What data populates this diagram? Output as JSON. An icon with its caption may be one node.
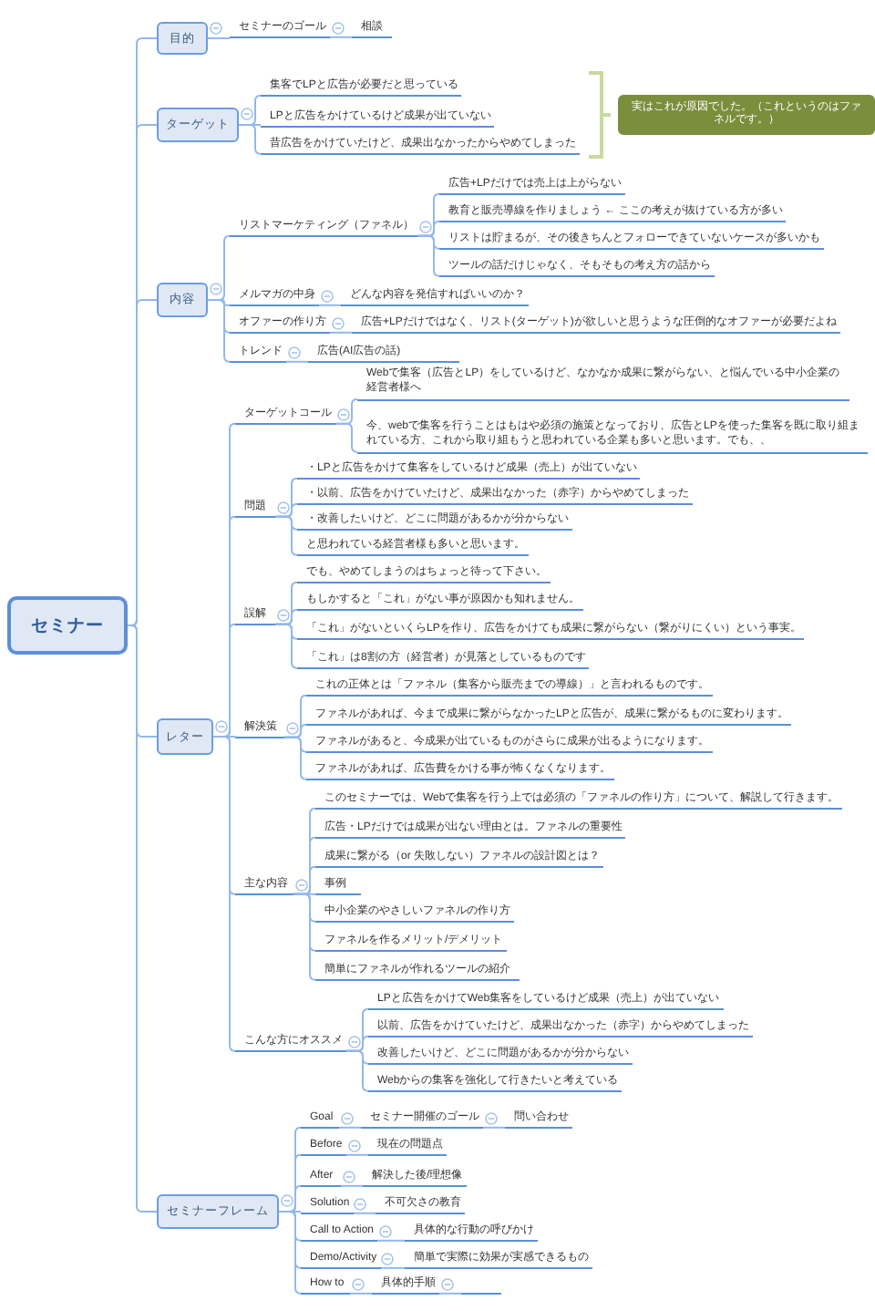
{
  "diagram": {
    "nodes": [
      {
        "text": [
          "セミナー"
        ]
      },
      {
        "text": [
          "目的"
        ]
      },
      {
        "text": [
          "セミナーのゴール"
        ]
      },
      {
        "text": [
          "相談"
        ]
      },
      {
        "text": [
          "ターゲット"
        ]
      },
      {
        "text": [
          "集客でLPと広告が必要だと思っている"
        ]
      },
      {
        "text": [
          "LPと広告をかけているけど成果が出ていない"
        ]
      },
      {
        "text": [
          "昔広告をかけていたけど、成果出なかったからやめてしまった"
        ]
      },
      {
        "text": [
          "実はこれが原因でした。（これというのはファネルです。）"
        ]
      },
      {
        "text": [
          "内容"
        ]
      },
      {
        "text": [
          "リストマーケティング（ファネル）"
        ]
      },
      {
        "text": [
          "広告+LPだけでは売上は上がらない"
        ]
      },
      {
        "text": [
          "教育と販売導線を作りましょう ← ここの考えが抜けている方が多い"
        ]
      },
      {
        "text": [
          "リストは貯まるが、その後きちんとフォローできていないケースが多いかも"
        ]
      },
      {
        "text": [
          "ツールの話だけじゃなく、そもそもの考え方の話から"
        ]
      },
      {
        "text": [
          "メルマガの中身"
        ]
      },
      {
        "text": [
          "どんな内容を発信すればいいのか？"
        ]
      },
      {
        "text": [
          "オファーの作り方"
        ]
      },
      {
        "text": [
          "広告+LPだけではなく、リスト(ターゲット)が欲しいと思うような圧倒的なオファーが必要だよね"
        ]
      },
      {
        "text": [
          "トレンド"
        ]
      },
      {
        "text": [
          "広告(AI広告の話)"
        ]
      },
      {
        "text": [
          "レター"
        ]
      },
      {
        "text": [
          "ターゲットコール"
        ]
      },
      {
        "text": [
          "Webで集客（広告とLP）をしているけど、なかなか成果に繋がらない、と悩んでいる中小企業の経営者様へ"
        ]
      },
      {
        "text": [
          "今、webで集客を行うことはもはや必須の施策となっており、広告とLPを使った集客を既に取り組まれている方、これから取り組もうと思われている企業も多いと思います。でも、、"
        ]
      },
      {
        "text": [
          "問題"
        ]
      },
      {
        "text": [
          "・LPと広告をかけて集客をしているけど成果（売上）が出ていない"
        ]
      },
      {
        "text": [
          "・以前、広告をかけていたけど、成果出なかった（赤字）からやめてしまった"
        ]
      },
      {
        "text": [
          "・改善したいけど、どこに問題があるかが分からない"
        ]
      },
      {
        "text": [
          "と思われている経営者様も多いと思います。"
        ]
      },
      {
        "text": [
          "誤解"
        ]
      },
      {
        "text": [
          "でも、やめてしまうのはちょっと待って下さい。"
        ]
      },
      {
        "text": [
          "もしかすると「これ」がない事が原因かも知れません。"
        ]
      },
      {
        "text": [
          "「これ」がないといくらLPを作り、広告をかけても成果に繋がらない（繋がりにくい）という事実。"
        ]
      },
      {
        "text": [
          "「これ」は8割の方（経営者）が見落としているものです"
        ]
      },
      {
        "text": [
          "解決策"
        ]
      },
      {
        "text": [
          "これの正体とは「ファネル（集客から販売までの導線）」と言われるものです。"
        ]
      },
      {
        "text": [
          "ファネルがあれば、今まで成果に繋がらなかったLPと広告が、成果に繋がるものに変わります。"
        ]
      },
      {
        "text": [
          "ファネルがあると、今成果が出ているものがさらに成果が出るようになります。"
        ]
      },
      {
        "text": [
          "ファネルがあれば、広告費をかける事が怖くなくなります。"
        ]
      },
      {
        "text": [
          "主な内容"
        ]
      },
      {
        "text": [
          "このセミナーでは、Webで集客を行う上では必須の「ファネルの作り方」について、解説して行きます。"
        ]
      },
      {
        "text": [
          "広告・LPだけでは成果が出ない理由とは。ファネルの重要性"
        ]
      },
      {
        "text": [
          "成果に繋がる（or 失敗しない）ファネルの設計図とは？"
        ]
      },
      {
        "text": [
          "事例"
        ]
      },
      {
        "text": [
          "中小企業のやさしいファネルの作り方"
        ]
      },
      {
        "text": [
          "ファネルを作るメリット/デメリット"
        ]
      },
      {
        "text": [
          "簡単にファネルが作れるツールの紹介"
        ]
      },
      {
        "text": [
          "こんな方にオススメ"
        ]
      },
      {
        "text": [
          "LPと広告をかけてWeb集客をしているけど成果（売上）が出ていない"
        ]
      },
      {
        "text": [
          "以前、広告をかけていたけど、成果出なかった（赤字）からやめてしまった"
        ]
      },
      {
        "text": [
          "改善したいけど、どこに問題があるかが分からない"
        ]
      },
      {
        "text": [
          "Webからの集客を強化して行きたいと考えている"
        ]
      },
      {
        "text": [
          "セミナーフレーム"
        ]
      },
      {
        "text": [
          "Goal"
        ]
      },
      {
        "text": [
          "セミナー開催のゴール"
        ]
      },
      {
        "text": [
          "問い合わせ"
        ]
      },
      {
        "text": [
          "Before"
        ]
      },
      {
        "text": [
          "現在の問題点"
        ]
      },
      {
        "text": [
          "After"
        ]
      },
      {
        "text": [
          "解決した後/理想像"
        ]
      },
      {
        "text": [
          "Solution"
        ]
      },
      {
        "text": [
          "不可欠さの教育"
        ]
      },
      {
        "text": [
          "Call to Action"
        ]
      },
      {
        "text": [
          "具体的な行動の呼びかけ"
        ]
      },
      {
        "text": [
          "Demo/Activity"
        ]
      },
      {
        "text": [
          "簡単で実際に効果が実感できるもの"
        ]
      },
      {
        "text": [
          "How to"
        ]
      },
      {
        "text": [
          "具体的手順"
        ]
      },
      {
        "text": [],
        "shape": "bar"
      }
    ],
    "edges": [
      {
        "from": 0,
        "to": 1,
        "arrow": "none"
      },
      {
        "from": 1,
        "to": 2,
        "arrow": "none"
      },
      {
        "from": 2,
        "to": 3,
        "arrow": "none"
      },
      {
        "from": 0,
        "to": 4,
        "arrow": "none"
      },
      {
        "from": 4,
        "to": 5,
        "arrow": "none"
      },
      {
        "from": 4,
        "to": 6,
        "arrow": "none"
      },
      {
        "from": 4,
        "to": 7,
        "arrow": "none"
      },
      {
        "from": 0,
        "to": 9,
        "arrow": "none"
      },
      {
        "from": 9,
        "to": 10,
        "arrow": "none"
      },
      {
        "from": 10,
        "to": 11,
        "arrow": "none"
      },
      {
        "from": 10,
        "to": 12,
        "arrow": "none"
      },
      {
        "from": 10,
        "to": 13,
        "arrow": "none"
      },
      {
        "from": 10,
        "to": 14,
        "arrow": "none"
      },
      {
        "from": 9,
        "to": 15,
        "arrow": "none"
      },
      {
        "from": 15,
        "to": 16,
        "arrow": "none"
      },
      {
        "from": 9,
        "to": 17,
        "arrow": "none"
      },
      {
        "from": 17,
        "to": 18,
        "arrow": "none"
      },
      {
        "from": 9,
        "to": 19,
        "arrow": "none"
      },
      {
        "from": 19,
        "to": 20,
        "arrow": "none"
      },
      {
        "from": 0,
        "to": 21,
        "arrow": "none"
      },
      {
        "from": 21,
        "to": 22,
        "arrow": "none"
      },
      {
        "from": 22,
        "to": 23,
        "arrow": "none"
      },
      {
        "from": 22,
        "to": 24,
        "arrow": "none"
      },
      {
        "from": 21,
        "to": 25,
        "arrow": "none"
      },
      {
        "from": 25,
        "to": 26,
        "arrow": "none"
      },
      {
        "from": 25,
        "to": 27,
        "arrow": "none"
      },
      {
        "from": 25,
        "to": 28,
        "arrow": "none"
      },
      {
        "from": 25,
        "to": 29,
        "arrow": "none"
      },
      {
        "from": 21,
        "to": 30,
        "arrow": "none"
      },
      {
        "from": 30,
        "to": 31,
        "arrow": "none"
      },
      {
        "from": 30,
        "to": 32,
        "arrow": "none"
      },
      {
        "from": 30,
        "to": 33,
        "arrow": "none"
      },
      {
        "from": 30,
        "to": 34,
        "arrow": "none"
      },
      {
        "from": 21,
        "to": 35,
        "arrow": "none"
      },
      {
        "from": 35,
        "to": 36,
        "arrow": "none"
      },
      {
        "from": 35,
        "to": 37,
        "arrow": "none"
      },
      {
        "from": 35,
        "to": 38,
        "arrow": "none"
      },
      {
        "from": 35,
        "to": 39,
        "arrow": "none"
      },
      {
        "from": 21,
        "to": 40,
        "arrow": "none"
      },
      {
        "from": 40,
        "to": 41,
        "arrow": "none"
      },
      {
        "from": 40,
        "to": 42,
        "arrow": "none"
      },
      {
        "from": 40,
        "to": 43,
        "arrow": "none"
      },
      {
        "from": 40,
        "to": 44,
        "arrow": "none"
      },
      {
        "from": 40,
        "to": 45,
        "arrow": "none"
      },
      {
        "from": 40,
        "to": 46,
        "arrow": "none"
      },
      {
        "from": 40,
        "to": 47,
        "arrow": "none"
      },
      {
        "from": 21,
        "to": 48,
        "arrow": "none"
      },
      {
        "from": 48,
        "to": 49,
        "arrow": "none"
      },
      {
        "from": 48,
        "to": 50,
        "arrow": "none"
      },
      {
        "from": 48,
        "to": 51,
        "arrow": "none"
      },
      {
        "from": 48,
        "to": 52,
        "arrow": "none"
      },
      {
        "from": 0,
        "to": 53,
        "arrow": "none"
      },
      {
        "from": 53,
        "to": 54,
        "arrow": "none"
      },
      {
        "from": 54,
        "to": 55,
        "arrow": "none"
      },
      {
        "from": 55,
        "to": 56,
        "arrow": "none"
      },
      {
        "from": 53,
        "to": 57,
        "arrow": "none"
      },
      {
        "from": 57,
        "to": 58,
        "arrow": "none"
      },
      {
        "from": 53,
        "to": 59,
        "arrow": "none"
      },
      {
        "from": 59,
        "to": 60,
        "arrow": "none"
      },
      {
        "from": 53,
        "to": 61,
        "arrow": "none"
      },
      {
        "from": 61,
        "to": 62,
        "arrow": "none"
      },
      {
        "from": 53,
        "to": 63,
        "arrow": "none"
      },
      {
        "from": 63,
        "to": 64,
        "arrow": "none"
      },
      {
        "from": 53,
        "to": 65,
        "arrow": "none"
      },
      {
        "from": 65,
        "to": 66,
        "arrow": "none"
      },
      {
        "from": 53,
        "to": 67,
        "arrow": "none"
      },
      {
        "from": 67,
        "to": 68,
        "arrow": "none"
      },
      {
        "from": 68,
        "to": 69,
        "arrow": "none"
      }
    ]
  }
}
